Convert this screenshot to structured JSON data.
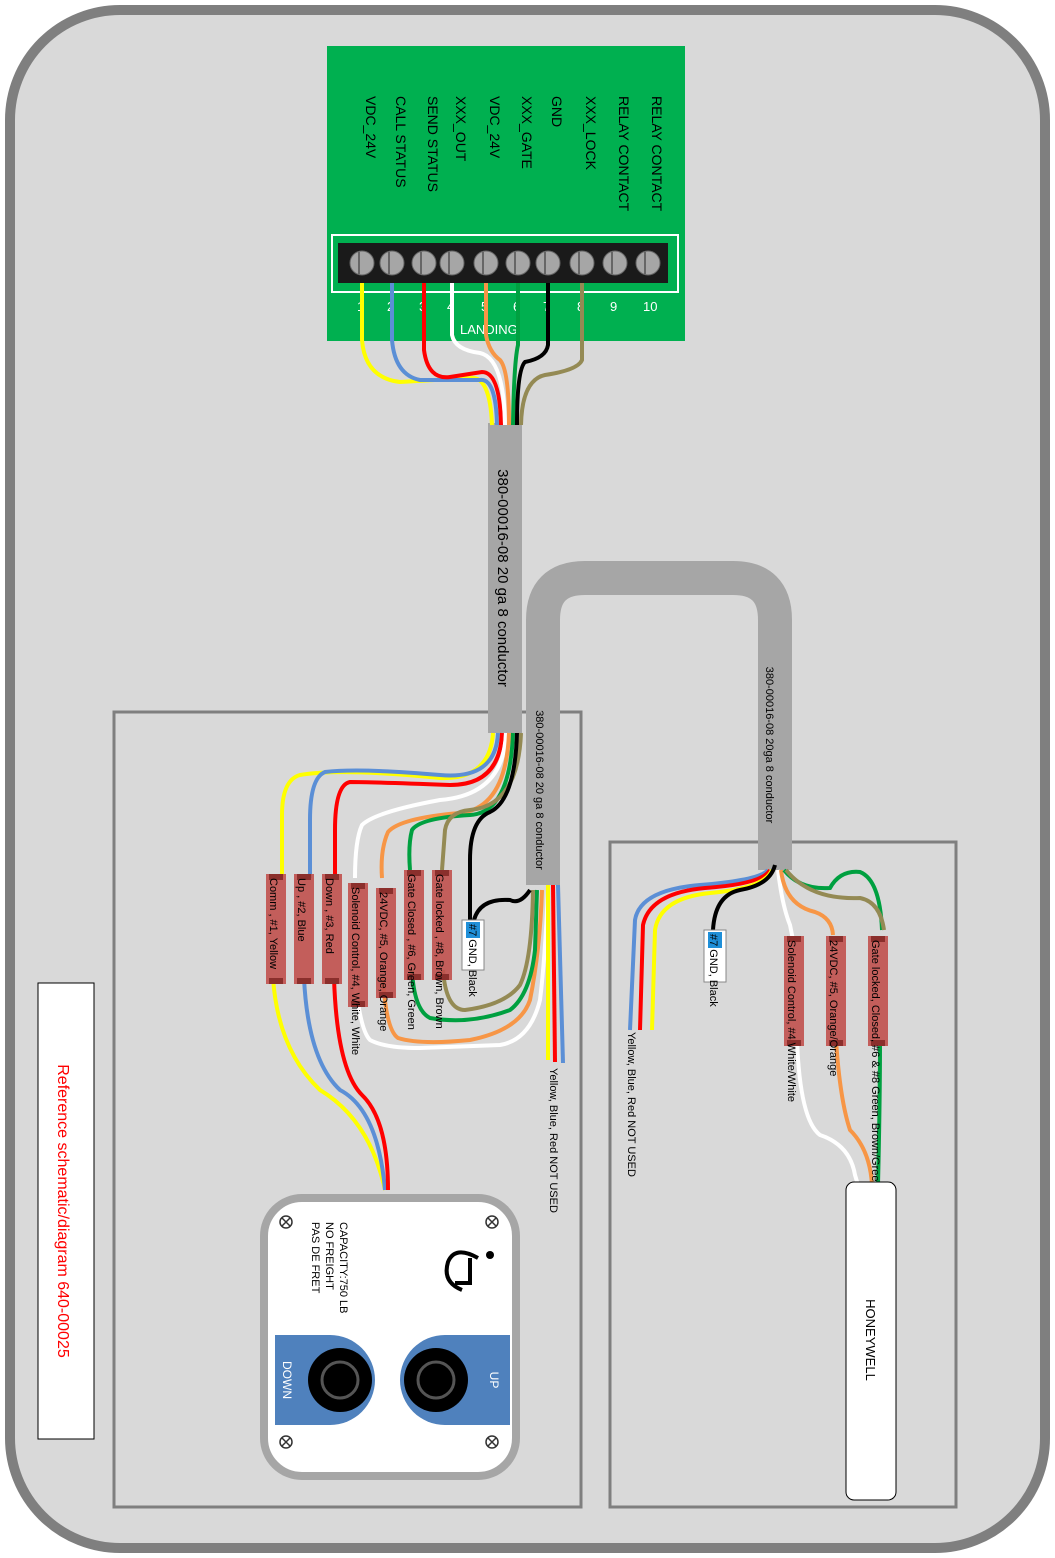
{
  "terminal_block": {
    "labels": [
      "VDC_24V",
      "CALL STATUS",
      "SEND STATUS",
      "XXX_OUT",
      "VDC_24V",
      "XXX_GATE",
      "GND",
      "XXX_LOCK",
      "RELAY CONTACT",
      "RELAY CONTACT"
    ],
    "numbers": [
      "1",
      "2",
      "3",
      "4",
      "5",
      "6",
      "7",
      "8",
      "9",
      "10"
    ],
    "board_label": "LANDING"
  },
  "cables": {
    "main": "380-00016-08 20 ga 8 conductor",
    "left_box": "380-00016-08 20 ga 8 conductor",
    "right_box": "380-00016-08 20ga 8 conductor"
  },
  "left_box": {
    "connectors": [
      "Comm , #1, Yellow",
      "Up , #2, Blue",
      "Down , #3, Red",
      "Solenoid Control, #4, White, White",
      "24VDC, #5, Orange, Orange",
      "Gate Closed , #6, Green, Green",
      "Gate locked , #8, Brown, Brown"
    ],
    "gnd_label": "#7 GND, Black",
    "not_used": "Yellow, Blue, Red NOT USED"
  },
  "right_box": {
    "gnd_label": "#7 GND, Black",
    "not_used": "Yellow, Blue, Red NOT USED",
    "connectors": [
      "Solenoid Control, #4 White/White",
      "24VDC, #5, Orange/Orange",
      "Gate locked, Closed, #6 & #8 Green, Brown/Green"
    ],
    "honeywell": "HONEYWELL"
  },
  "panel": {
    "capacity": [
      "CAPACITY:750 LB",
      "NO FREIGHT",
      "PAS DE FRET"
    ],
    "down_button": "DOWN",
    "up_button": "UP"
  },
  "reference": "Reference schematic/diagram 640-00025",
  "colors": {
    "background": "#d9d9d9",
    "frame": "#7f7f7f",
    "terminal_board": "#00b050",
    "cable": "#a6a6a6",
    "connector": "#c0504d",
    "panel_button": "#4f81bd",
    "reference_text": "#ff0000",
    "wire_yellow": "#ffff00",
    "wire_blue": "#5b8fd6",
    "wire_red": "#ff0000",
    "wire_white": "#ffffff",
    "wire_orange": "#f79646",
    "wire_green": "#00a040",
    "wire_black": "#000000",
    "wire_brown": "#948a54"
  }
}
